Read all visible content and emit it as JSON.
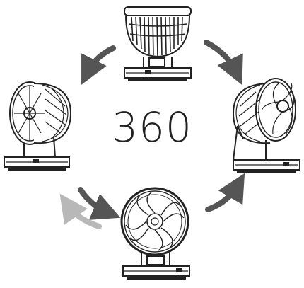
{
  "center_label": "360",
  "colors": {
    "line": "#222222",
    "arrow_dark": "#555555",
    "arrow_light": "#b8b8b8"
  },
  "illustration": {
    "fans": [
      "fan-top-tilted-up",
      "fan-left-facing-left",
      "fan-right-facing-right",
      "fan-bottom-facing-front"
    ],
    "arrows": [
      "rotation-arrow-top-left",
      "rotation-arrow-top-right",
      "rotation-arrow-bottom-right",
      "rotation-arrow-bottom-left",
      "rotation-arrow-bottom-left-faded"
    ]
  }
}
